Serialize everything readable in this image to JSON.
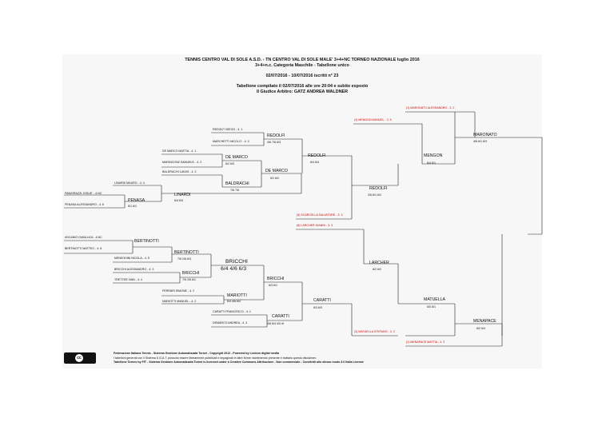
{
  "header": {
    "line1": "TENNIS CENTRO VAL DI SOLE A.S.D. - TN CENTRO VAL DI SOLE MALE' 3+4+NC TORNEO NAZIONALE luglio 2016",
    "line2": "3+4+n.c. Categoria Maschile - Tabellone unico",
    "line3": "02/07/2016 - 10/07/2016        iscritti n° 23",
    "line4": "Tabellone compilato il 02/07/2016 alle ore 20:04 e subito esposto",
    "line5": "Il Giudice Arbitro: GATZ ANDREA WALDNER"
  },
  "draw": {
    "r1": [
      "PANIGRAZZI JOSUE' - 4.NC",
      "PENASA ALESSANDRO - 4. 6",
      "ASCANIO GIANLUCA - 4.NC",
      "BERTINOTTI MATTEO - 4. 6"
    ],
    "r1_results": [
      {
        "name": "PENASA",
        "score": "6/1 6/1"
      },
      {
        "name": "BERTINOTTI",
        "score": ""
      }
    ],
    "r2": [
      "LINARDI MAURO - 4. 4",
      "DE MARCO MATTIA - 4. 1",
      "MARINCONZ SAMUELE - 4. 2",
      "BALDRACHI LUKAS - 4. 2",
      "MENEGHINI NICOLA - 4. 5",
      "BRICCHI ALESSANDRO - 4. 3",
      "TRETTER IVAN - 4. 4",
      "FERRARI SIMONE - 4. 2",
      "MARIOTTI MANUEL - 4. 2",
      "CARATTI FRANCESCO - 4. 1",
      "DEMARCO ANDREA - 4. 3"
    ],
    "r2_results": [
      {
        "name": "LINARDI",
        "score": "6/4 6/3"
      },
      {
        "name": "DE MARCO",
        "score": "6/2 6/3"
      },
      {
        "name": "BALDRACHI",
        "score": "7/6 7/6"
      },
      {
        "name": "BERTINOTTI",
        "score": "7/6 2/6 6/3"
      },
      {
        "name": "BRICCHI",
        "score": "7/5 2/6 6/1"
      },
      {
        "name": "MARIOTTI",
        "score": "6/4 4/6 6/4"
      },
      {
        "name": "CARATTI",
        "score": "3/6 6/4 4/0 rit"
      }
    ],
    "r3_entrants": [
      "REDOLFI DIEGO - 4. 1",
      "MARCHETTI NICOLO' - 4. 3"
    ],
    "r3_results": [
      {
        "name": "REDOLFI",
        "score": "4/6 7/6 6/3"
      },
      {
        "name": "DE MARCO",
        "score": "6/1 6/2"
      },
      {
        "name": "BRICCHI",
        "score": "6/4 4/6 6/3"
      },
      {
        "name": "BRICCHI",
        "score": "6/3 6/1"
      },
      {
        "name": "CARATTI",
        "score": "6/3 6/0"
      }
    ],
    "r4_results": [
      {
        "name": "REDOLFI",
        "score": "6/4 6/4"
      },
      {
        "name": "LARCHER",
        "score": "6/2 6/2"
      }
    ],
    "seeds": [
      "(1) MARONATO ALESSANDRO - 3. 2",
      "(4) MENGON MANUEL - 3. 5",
      "(5) SCARCELLA SALVATORE - 3. 3",
      "(6) LARCHER GIANNI - 3. 3",
      "(3) MATUELLA STEFANO - 3. 2",
      "(2) MENAPACE MATTIA - 3. 2"
    ],
    "r5_results": [
      {
        "name": "REDOLFI",
        "score": "2/6 6/1 6/2"
      },
      {
        "name": "MENGON",
        "score": "6/4 6/1"
      },
      {
        "name": "MATUELLA",
        "score": "6/0 6/1"
      }
    ],
    "sf_results": [
      {
        "name": "MARONATO",
        "score": "4/6 6/1 6/3"
      },
      {
        "name": "MENAPACE",
        "score": "6/2 6/4"
      }
    ]
  },
  "footer": {
    "line1": "Federazione Italiana Tennis - Sistema Gestione Automatizzata Tornei - Copyright 2012 - Powered by Lexicon digital media",
    "line2": "I tabelloni generati con il Sistema S.G.A.T. possono essere liberamente pubblicati e impaginati in altre forme mantenendo presente e trattarlo questo disclaimer.",
    "line3": "Tabellone Torneo by FIT - Sistema Gestione Automatizzata Tornei is licensed under a Creative Commons Attribuzione - Non commerciale - Condividi allo stesso modo 3.0 Italia License",
    "license_badge": "cc"
  }
}
